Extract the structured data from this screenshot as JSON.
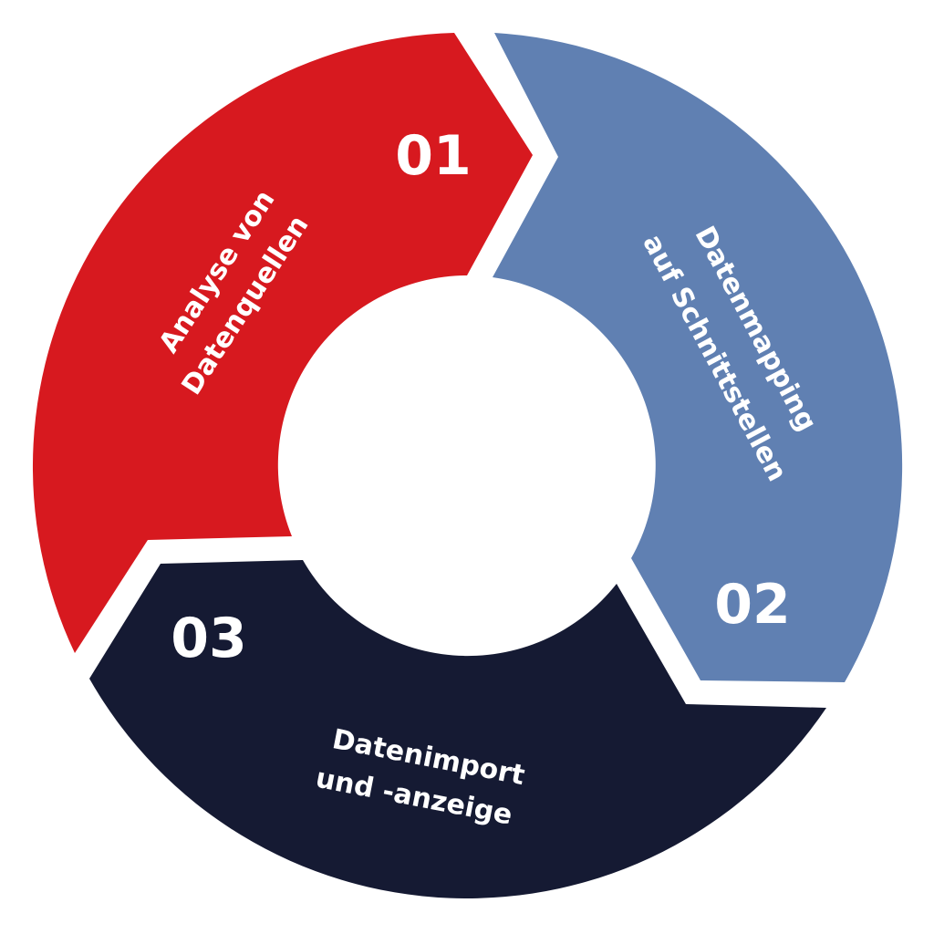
{
  "segments": [
    {
      "number": "01",
      "line1": "Analyse von",
      "line2": "Datenquellen",
      "color": "#d7191f"
    },
    {
      "number": "02",
      "line1": "Datenmapping",
      "line2": "auf Schnittstellen",
      "color": "#6080b2"
    },
    {
      "number": "03",
      "line1": "Datenimport",
      "line2": "und -anzeige",
      "color": "#151a33"
    }
  ]
}
